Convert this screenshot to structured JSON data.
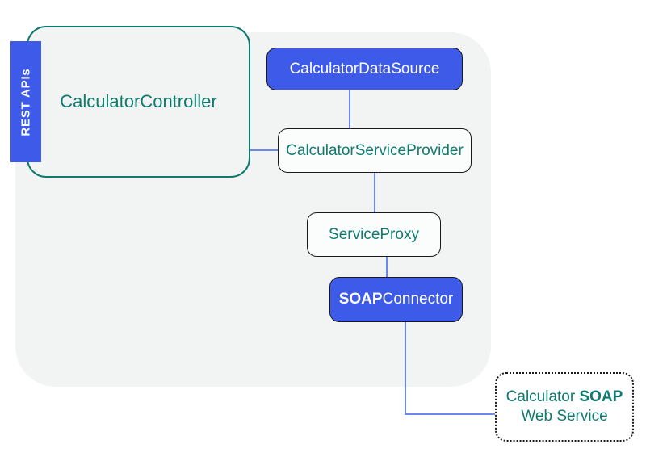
{
  "diagram": {
    "rest_badge": {
      "label": "REST APIs"
    },
    "nodes": {
      "calculator_controller": {
        "label": "CalculatorController"
      },
      "calculator_data_source": {
        "label": "CalculatorDataSource"
      },
      "calculator_service_provider": {
        "label": "CalculatorServiceProvider"
      },
      "service_proxy": {
        "label": "ServiceProxy"
      },
      "soap_connector": {
        "label_bold": "SOAP",
        "label_regular": "Connector"
      },
      "calculator_soap_web_service": {
        "line1_regular": "Calculator ",
        "line1_bold": "SOAP",
        "line2": "Web Service"
      }
    },
    "connectors": [
      {
        "from": "calculator_data_source",
        "to": "calculator_service_provider"
      },
      {
        "from": "calculator_controller",
        "to": "calculator_service_provider"
      },
      {
        "from": "calculator_service_provider",
        "to": "service_proxy"
      },
      {
        "from": "service_proxy",
        "to": "soap_connector"
      },
      {
        "from": "soap_connector",
        "to": "calculator_soap_web_service"
      }
    ]
  },
  "colors": {
    "accent_blue": "#3d5ae8",
    "teal": "#0e7b6e",
    "connector_blue": "#6d87f0",
    "container_gray": "#f2f4f3",
    "node_fill": "#fbfcfc",
    "border_dark": "#1a1a1a",
    "text_white": "#ffffff",
    "page_bg": "#ffffff"
  }
}
